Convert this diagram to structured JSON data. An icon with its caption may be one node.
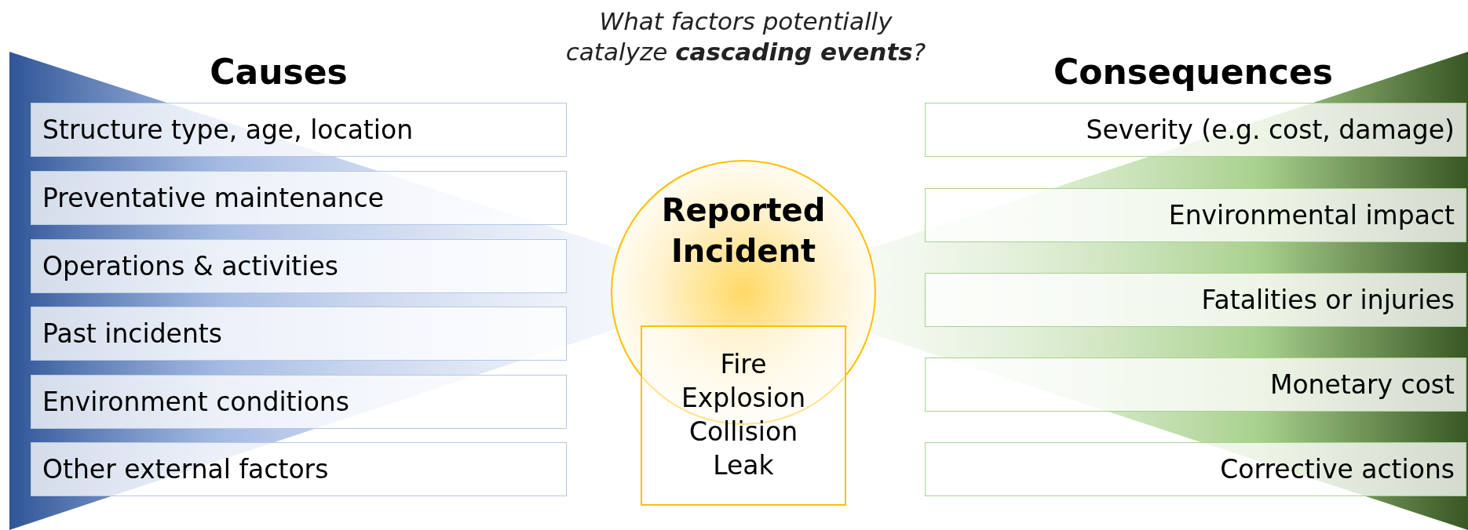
{
  "diagram": {
    "nodes": [
      {
        "text": [
          "Structure type, age, location"
        ]
      },
      {
        "text": [
          "Preventative maintenance"
        ]
      },
      {
        "text": [
          "Operations & activities"
        ]
      },
      {
        "text": [
          "Past incidents"
        ]
      },
      {
        "text": [
          "Environment conditions"
        ]
      },
      {
        "text": [
          "Other external factors"
        ]
      },
      {
        "text": [
          "Reported Incident"
        ]
      },
      {
        "text": [
          "Fire",
          "Explosion",
          "Collision",
          "Leak"
        ]
      },
      {
        "text": [
          "Severity (e.g. cost, damage)"
        ]
      },
      {
        "text": [
          "Environmental impact"
        ]
      },
      {
        "text": [
          "Fatalities or injuries"
        ]
      },
      {
        "text": [
          "Monetary cost"
        ]
      },
      {
        "text": [
          "Corrective actions"
        ]
      }
    ],
    "labels": [
      "What factors potentially catalyze **cascading events**?",
      "Causes",
      "Consequences"
    ]
  }
}
